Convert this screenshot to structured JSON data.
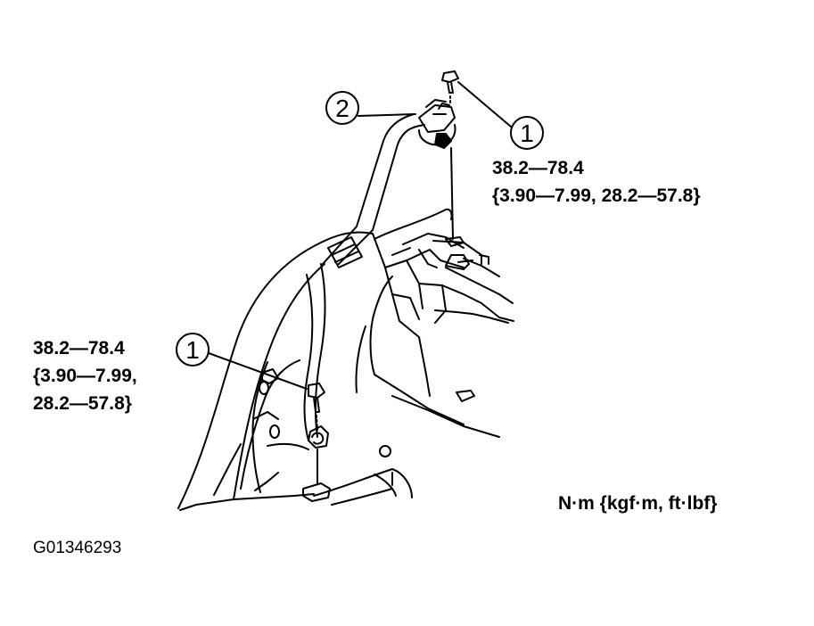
{
  "callouts": {
    "bolt_number": "1",
    "belt_number": "2"
  },
  "torque_spec": {
    "upper": {
      "line1": "38.2—78.4",
      "line2": "{3.90—7.99, 28.2—57.8}"
    },
    "lower": {
      "line1": "38.2—78.4",
      "line2": "{3.90—7.99,",
      "line3": "28.2—57.8}"
    }
  },
  "units_label": "N·m {kgf·m, ft·lbf}",
  "figure_id": "G01346293"
}
